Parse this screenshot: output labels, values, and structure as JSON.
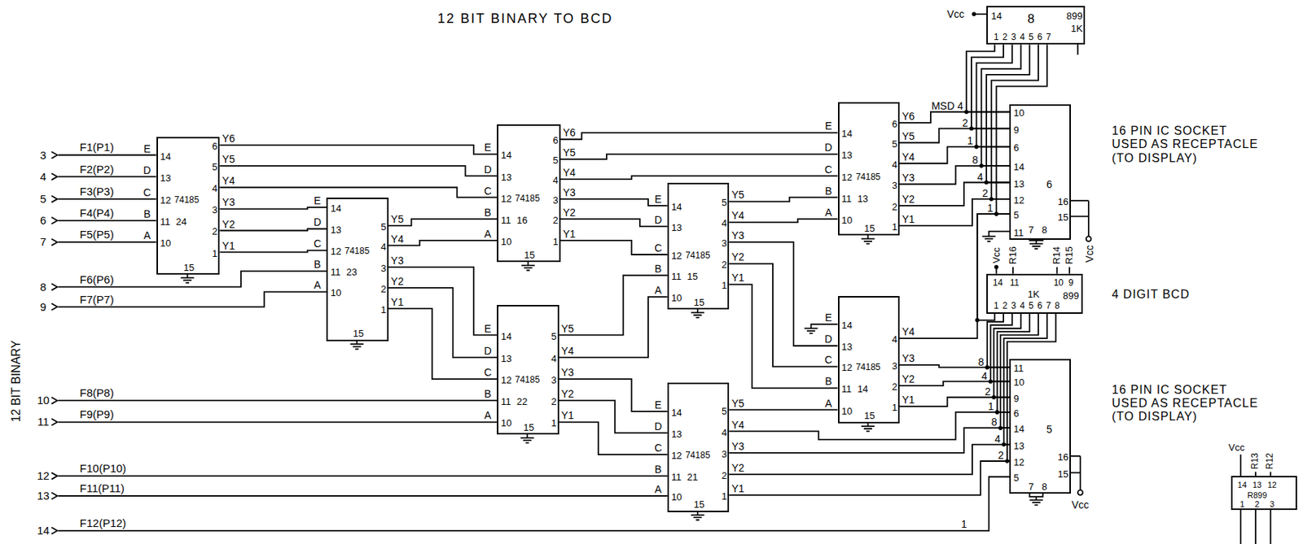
{
  "diagram": {
    "title": "12 BIT BINARY TO BCD",
    "nodes": [
      {
        "text": [
          "74185",
          "24",
          "14",
          "13",
          "12",
          "11",
          "10",
          "15",
          "6",
          "5",
          "4",
          "3",
          "2",
          "1"
        ]
      },
      {
        "text": [
          "74185",
          "23",
          "14",
          "13",
          "12",
          "11",
          "10",
          "15",
          "5",
          "4",
          "3",
          "2",
          "1"
        ]
      },
      {
        "text": [
          "74185",
          "16",
          "14",
          "13",
          "12",
          "11",
          "10",
          "15",
          "6",
          "5",
          "4",
          "3",
          "2",
          "1"
        ]
      },
      {
        "text": [
          "74185",
          "22",
          "14",
          "13",
          "12",
          "11",
          "10",
          "15",
          "5",
          "4",
          "3",
          "2",
          "1"
        ]
      },
      {
        "text": [
          "74185",
          "15",
          "14",
          "13",
          "12",
          "11",
          "10",
          "15",
          "5",
          "4",
          "3",
          "2",
          "1"
        ]
      },
      {
        "text": [
          "74185",
          "21",
          "14",
          "13",
          "12",
          "11",
          "10",
          "15",
          "5",
          "4",
          "3",
          "2",
          "1"
        ]
      },
      {
        "text": [
          "74185",
          "13",
          "14",
          "13",
          "12",
          "11",
          "10",
          "15",
          "6",
          "5",
          "4",
          "3",
          "2",
          "1"
        ]
      },
      {
        "text": [
          "74185",
          "14",
          "14",
          "13",
          "12",
          "11",
          "10",
          "15",
          "4",
          "3",
          "2",
          "1"
        ]
      },
      {
        "text": [
          "14",
          "8",
          "899",
          "1K",
          "1",
          "2",
          "3",
          "4",
          "5",
          "6",
          "7"
        ]
      },
      {
        "text": [
          "6",
          "10",
          "9",
          "6",
          "14",
          "13",
          "12",
          "5",
          "11",
          "16",
          "15",
          "7",
          "8"
        ]
      },
      {
        "text": [
          "14",
          "11",
          "1K",
          "10",
          "9",
          "899",
          "1",
          "2",
          "3",
          "4",
          "5",
          "6",
          "7",
          "8"
        ]
      },
      {
        "text": [
          "5",
          "11",
          "10",
          "9",
          "6",
          "14",
          "13",
          "12",
          "5",
          "16",
          "15",
          "7",
          "8"
        ]
      },
      {
        "text": [
          "14",
          "13",
          "12",
          "R899",
          "1",
          "2",
          "3"
        ]
      }
    ],
    "edges": [
      {
        "from": 0,
        "to": 2,
        "arrow": "none"
      },
      {
        "from": 0,
        "to": 2,
        "arrow": "none"
      },
      {
        "from": 0,
        "to": 2,
        "arrow": "none"
      },
      {
        "from": 0,
        "to": 1,
        "arrow": "none"
      },
      {
        "from": 0,
        "to": 1,
        "arrow": "none"
      },
      {
        "from": 0,
        "to": 1,
        "arrow": "none"
      },
      {
        "from": 1,
        "to": 2,
        "arrow": "none"
      },
      {
        "from": 1,
        "to": 2,
        "arrow": "none"
      },
      {
        "from": 1,
        "to": 3,
        "arrow": "none"
      },
      {
        "from": 1,
        "to": 3,
        "arrow": "none"
      },
      {
        "from": 1,
        "to": 3,
        "arrow": "none"
      },
      {
        "from": 2,
        "to": 6,
        "arrow": "none"
      },
      {
        "from": 2,
        "to": 6,
        "arrow": "none"
      },
      {
        "from": 2,
        "to": 6,
        "arrow": "none"
      },
      {
        "from": 2,
        "to": 4,
        "arrow": "none"
      },
      {
        "from": 2,
        "to": 4,
        "arrow": "none"
      },
      {
        "from": 2,
        "to": 4,
        "arrow": "none"
      },
      {
        "from": 3,
        "to": 4,
        "arrow": "none"
      },
      {
        "from": 3,
        "to": 4,
        "arrow": "none"
      },
      {
        "from": 3,
        "to": 5,
        "arrow": "none"
      },
      {
        "from": 3,
        "to": 5,
        "arrow": "none"
      },
      {
        "from": 3,
        "to": 5,
        "arrow": "none"
      },
      {
        "from": 4,
        "to": 6,
        "arrow": "none"
      },
      {
        "from": 4,
        "to": 6,
        "arrow": "none"
      },
      {
        "from": 4,
        "to": 7,
        "arrow": "none"
      },
      {
        "from": 4,
        "to": 7,
        "arrow": "none"
      },
      {
        "from": 4,
        "to": 7,
        "arrow": "none"
      },
      {
        "from": 5,
        "to": 7,
        "arrow": "none"
      },
      {
        "from": 5,
        "to": 11,
        "arrow": "none"
      },
      {
        "from": 5,
        "to": 11,
        "arrow": "none"
      },
      {
        "from": 5,
        "to": 11,
        "arrow": "none"
      },
      {
        "from": 5,
        "to": 11,
        "arrow": "none"
      },
      {
        "from": 7,
        "to": 9,
        "arrow": "none"
      },
      {
        "from": 7,
        "to": 11,
        "arrow": "none"
      },
      {
        "from": 7,
        "to": 11,
        "arrow": "none"
      },
      {
        "from": 7,
        "to": 11,
        "arrow": "none"
      },
      {
        "from": 6,
        "to": 9,
        "arrow": "none"
      },
      {
        "from": 6,
        "to": 9,
        "arrow": "none"
      },
      {
        "from": 6,
        "to": 9,
        "arrow": "none"
      },
      {
        "from": 6,
        "to": 9,
        "arrow": "none"
      },
      {
        "from": 6,
        "to": 9,
        "arrow": "none"
      },
      {
        "from": 6,
        "to": 9,
        "arrow": "none"
      },
      {
        "from": 8,
        "to": 9,
        "arrow": "none"
      },
      {
        "from": 8,
        "to": 9,
        "arrow": "none"
      },
      {
        "from": 8,
        "to": 9,
        "arrow": "none"
      },
      {
        "from": 8,
        "to": 9,
        "arrow": "none"
      },
      {
        "from": 8,
        "to": 9,
        "arrow": "none"
      },
      {
        "from": 8,
        "to": 9,
        "arrow": "none"
      },
      {
        "from": 8,
        "to": 9,
        "arrow": "none"
      },
      {
        "from": 10,
        "to": 9,
        "arrow": "none"
      },
      {
        "from": 10,
        "to": 11,
        "arrow": "none"
      },
      {
        "from": 10,
        "to": 11,
        "arrow": "none"
      },
      {
        "from": 10,
        "to": 11,
        "arrow": "none"
      },
      {
        "from": 10,
        "to": 11,
        "arrow": "none"
      },
      {
        "from": 10,
        "to": 11,
        "arrow": "none"
      },
      {
        "from": 10,
        "to": 11,
        "arrow": "none"
      },
      {
        "from": 10,
        "to": 11,
        "arrow": "none"
      }
    ],
    "labels": [
      "12 BIT BINARY",
      "3",
      "F1(P1)",
      "4",
      "F2(P2)",
      "5",
      "F3(P3)",
      "6",
      "F4(P4)",
      "7",
      "F5(P5)",
      "8",
      "F6(P6)",
      "9",
      "F7(P7)",
      "10",
      "F8(P8)",
      "11",
      "F9(P9)",
      "12",
      "F10(P10)",
      "13",
      "F11(P11)",
      "14",
      "F12(P12)",
      "E",
      "D",
      "C",
      "B",
      "A",
      "Y6",
      "Y5",
      "Y4",
      "Y3",
      "Y2",
      "Y1",
      "E",
      "D",
      "C",
      "B",
      "A",
      "Y5",
      "Y4",
      "Y3",
      "Y2",
      "Y1",
      "E",
      "D",
      "C",
      "B",
      "A",
      "Y6",
      "Y5",
      "Y4",
      "Y3",
      "Y2",
      "Y1",
      "E",
      "D",
      "C",
      "B",
      "A",
      "Y5",
      "Y4",
      "Y3",
      "Y2",
      "Y1",
      "E",
      "D",
      "C",
      "B",
      "A",
      "Y5",
      "Y4",
      "Y3",
      "Y2",
      "Y1",
      "E",
      "D",
      "C",
      "B",
      "A",
      "Y5",
      "Y4",
      "Y3",
      "Y2",
      "Y1",
      "E",
      "D",
      "C",
      "B",
      "A",
      "Y6",
      "Y5",
      "Y4",
      "Y3",
      "Y2",
      "Y1",
      "E",
      "D",
      "C",
      "B",
      "A",
      "Y4",
      "Y3",
      "Y2",
      "Y1",
      "MSD 4",
      "2",
      "1",
      "8",
      "4",
      "2",
      "1",
      "8",
      "4",
      "2",
      "1",
      "8",
      "4",
      "2",
      "1",
      "Vcc",
      "16 PIN IC SOCKET USED AS RECEPTACLE (TO DISPLAY)",
      "Vcc",
      "Vcc",
      "R16",
      "R14",
      "R15",
      "4 DIGIT BCD",
      "16 PIN IC SOCKET USED AS RECEPTACLE (TO DISPLAY)",
      "Vcc",
      "Vcc",
      "R13",
      "R12"
    ]
  }
}
